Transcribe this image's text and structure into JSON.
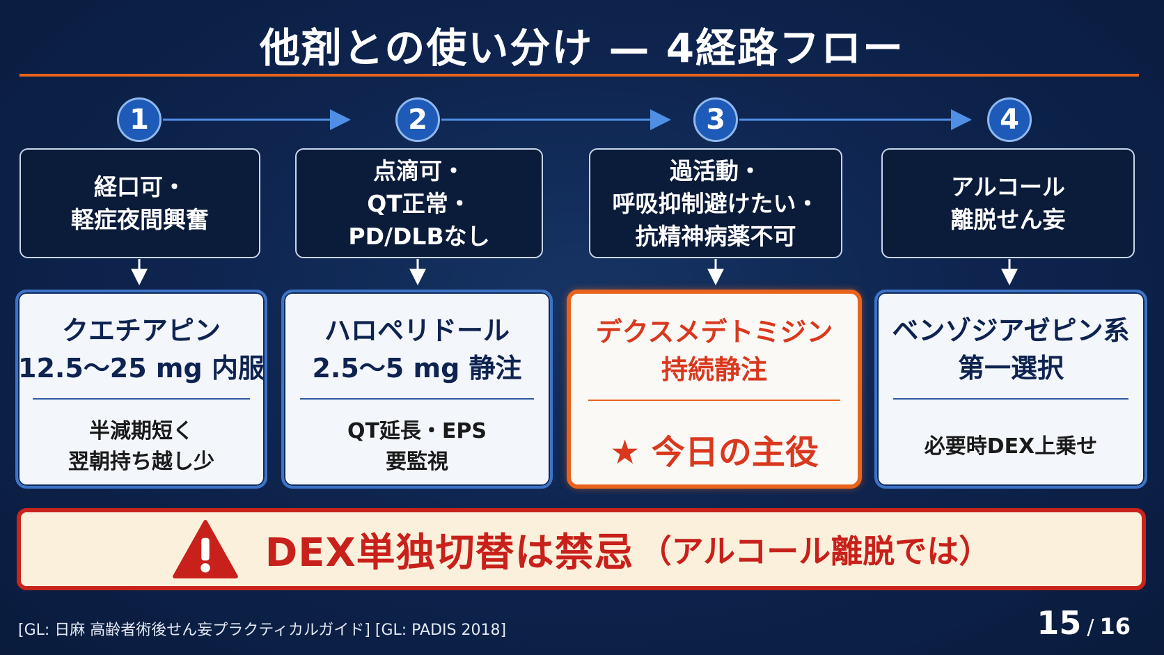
{
  "title": "他剤との使い分け — 4経路フロー",
  "steps": [
    {
      "num": "1",
      "condition": [
        "経口可・",
        "軽症夜間興奮"
      ],
      "drug": [
        "クエチアピン",
        "12.5〜25 mg 内服"
      ],
      "note": [
        "半減期短く",
        "翌朝持ち越し少"
      ]
    },
    {
      "num": "2",
      "condition": [
        "点滴可・",
        "QT正常・",
        "PD/DLBなし"
      ],
      "drug": [
        "ハロペリドール",
        "2.5〜5 mg 静注"
      ],
      "note": [
        "QT延長・EPS",
        "要監視"
      ]
    },
    {
      "num": "3",
      "condition": [
        "過活動・",
        "呼吸抑制避けたい・",
        "抗精神病薬不可"
      ],
      "drug": [
        "デクスメデトミジン",
        "持続静注"
      ],
      "note": [
        "★ 今日の主役"
      ]
    },
    {
      "num": "4",
      "condition": [
        "アルコール",
        "離脱せん妄"
      ],
      "drug": [
        "ベンゾジアゼピン系",
        "第一選択"
      ],
      "note": [
        "必要時DEX上乗せ"
      ]
    }
  ],
  "warning": {
    "main": "DEX単独切替は禁忌",
    "sub": "（アルコール離脱では）"
  },
  "footer": {
    "references": "[GL: 日麻 高齢者術後せん妄プラクティカルガイド] [GL: PADIS 2018]",
    "page_current": "15",
    "page_separator": "/",
    "page_total": "16"
  },
  "colors": {
    "background": "#0e2550",
    "accent_orange": "#e8641c",
    "step_blue": "#1e5bb8",
    "warning_red": "#c8201a",
    "warning_bg": "#fbf0dc"
  }
}
